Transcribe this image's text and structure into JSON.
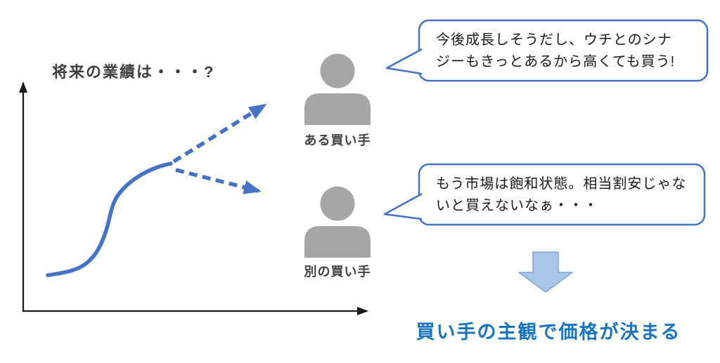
{
  "diagram": {
    "title": "将来の業績は・・・?",
    "conclusion": "買い手の主観で価格が決まる"
  },
  "buyers": [
    {
      "label": "ある買い手",
      "speech": "今後成長しそうだし、ウチとのシナ\nジーもきっとあるから高くても買う!"
    },
    {
      "label": "別の買い手",
      "speech": "もう市場は飽和状態。相当割安じゃな\nいと買えないなぁ・・・"
    }
  ],
  "icons": {
    "person": "person-silhouette-icon",
    "down_arrow": "block-down-arrow-icon",
    "growth_curve": "s-curve-line",
    "diverging_arrows": "dashed-forecast-arrows"
  },
  "colors": {
    "accent_blue": "#4472C4",
    "person_gray": "#A6A6A6",
    "conclusion_blue": "#1B75BC",
    "block_arrow_fill": "#A9C6E9",
    "block_arrow_border": "#7FA6D9",
    "title_gray": "#3F3F3F",
    "axis_black": "#1A1A1A",
    "speech_text": "#1A1A1A"
  }
}
